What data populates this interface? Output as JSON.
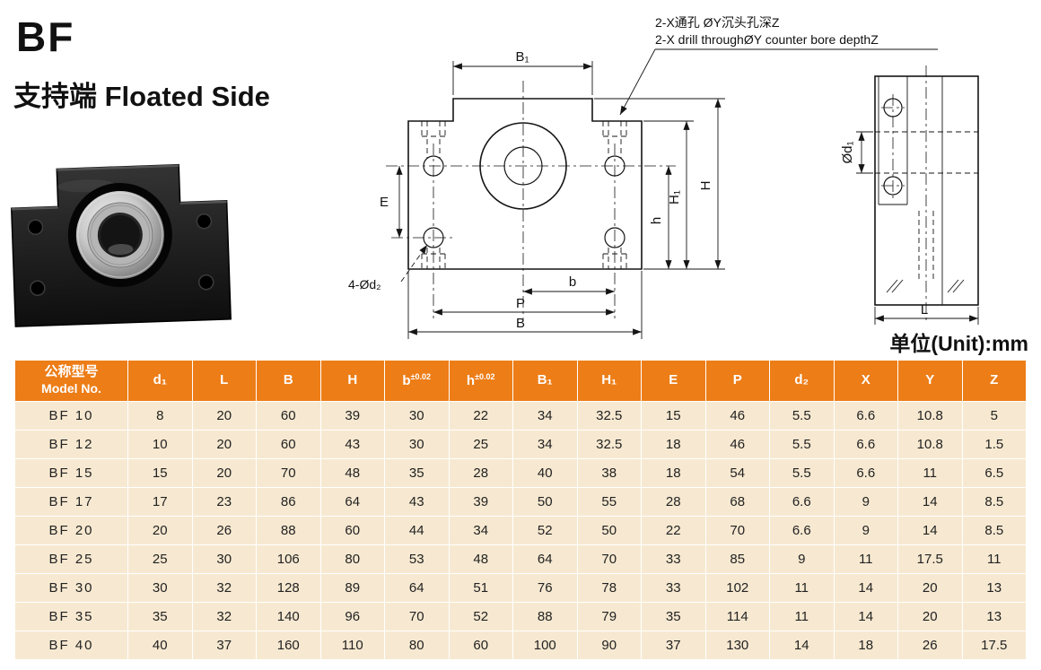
{
  "header": {
    "title": "BF",
    "subtitle": "支持端 Floated Side"
  },
  "annotation": {
    "line1": "2-X通孔 ØY沉头孔深Z",
    "line2": "2-X drill throughØY counter bore depthZ"
  },
  "unit_label": "单位(Unit):mm",
  "drawing": {
    "front": {
      "b1": "B₁",
      "e": "E",
      "h_lower": "h",
      "h1": "H₁",
      "h_upper": "H",
      "b_lower": "b",
      "p": "P",
      "b_upper": "B",
      "holes_label": "4-Ød₂"
    },
    "side": {
      "d1": "Ød₁",
      "l": "L"
    }
  },
  "colors": {
    "header_bg": "#ed7d17",
    "row_bg": "#f7e9d1",
    "header_text": "#ffffff"
  },
  "table": {
    "columns": [
      {
        "label": "公称型号",
        "label2": "Model No."
      },
      {
        "label": "d₁"
      },
      {
        "label": "L"
      },
      {
        "label": "B"
      },
      {
        "label": "H"
      },
      {
        "label": "b",
        "sup": "±0.02"
      },
      {
        "label": "h",
        "sup": "±0.02"
      },
      {
        "label": "B₁"
      },
      {
        "label": "H₁"
      },
      {
        "label": "E"
      },
      {
        "label": "P"
      },
      {
        "label": "d₂"
      },
      {
        "label": "X"
      },
      {
        "label": "Y"
      },
      {
        "label": "Z"
      }
    ],
    "rows": [
      [
        "BF 10",
        "8",
        "20",
        "60",
        "39",
        "30",
        "22",
        "34",
        "32.5",
        "15",
        "46",
        "5.5",
        "6.6",
        "10.8",
        "5"
      ],
      [
        "BF 12",
        "10",
        "20",
        "60",
        "43",
        "30",
        "25",
        "34",
        "32.5",
        "18",
        "46",
        "5.5",
        "6.6",
        "10.8",
        "1.5"
      ],
      [
        "BF 15",
        "15",
        "20",
        "70",
        "48",
        "35",
        "28",
        "40",
        "38",
        "18",
        "54",
        "5.5",
        "6.6",
        "11",
        "6.5"
      ],
      [
        "BF 17",
        "17",
        "23",
        "86",
        "64",
        "43",
        "39",
        "50",
        "55",
        "28",
        "68",
        "6.6",
        "9",
        "14",
        "8.5"
      ],
      [
        "BF 20",
        "20",
        "26",
        "88",
        "60",
        "44",
        "34",
        "52",
        "50",
        "22",
        "70",
        "6.6",
        "9",
        "14",
        "8.5"
      ],
      [
        "BF 25",
        "25",
        "30",
        "106",
        "80",
        "53",
        "48",
        "64",
        "70",
        "33",
        "85",
        "9",
        "11",
        "17.5",
        "11"
      ],
      [
        "BF 30",
        "30",
        "32",
        "128",
        "89",
        "64",
        "51",
        "76",
        "78",
        "33",
        "102",
        "11",
        "14",
        "20",
        "13"
      ],
      [
        "BF 35",
        "35",
        "32",
        "140",
        "96",
        "70",
        "52",
        "88",
        "79",
        "35",
        "114",
        "11",
        "14",
        "20",
        "13"
      ],
      [
        "BF 40",
        "40",
        "37",
        "160",
        "110",
        "80",
        "60",
        "100",
        "90",
        "37",
        "130",
        "14",
        "18",
        "26",
        "17.5"
      ]
    ]
  }
}
